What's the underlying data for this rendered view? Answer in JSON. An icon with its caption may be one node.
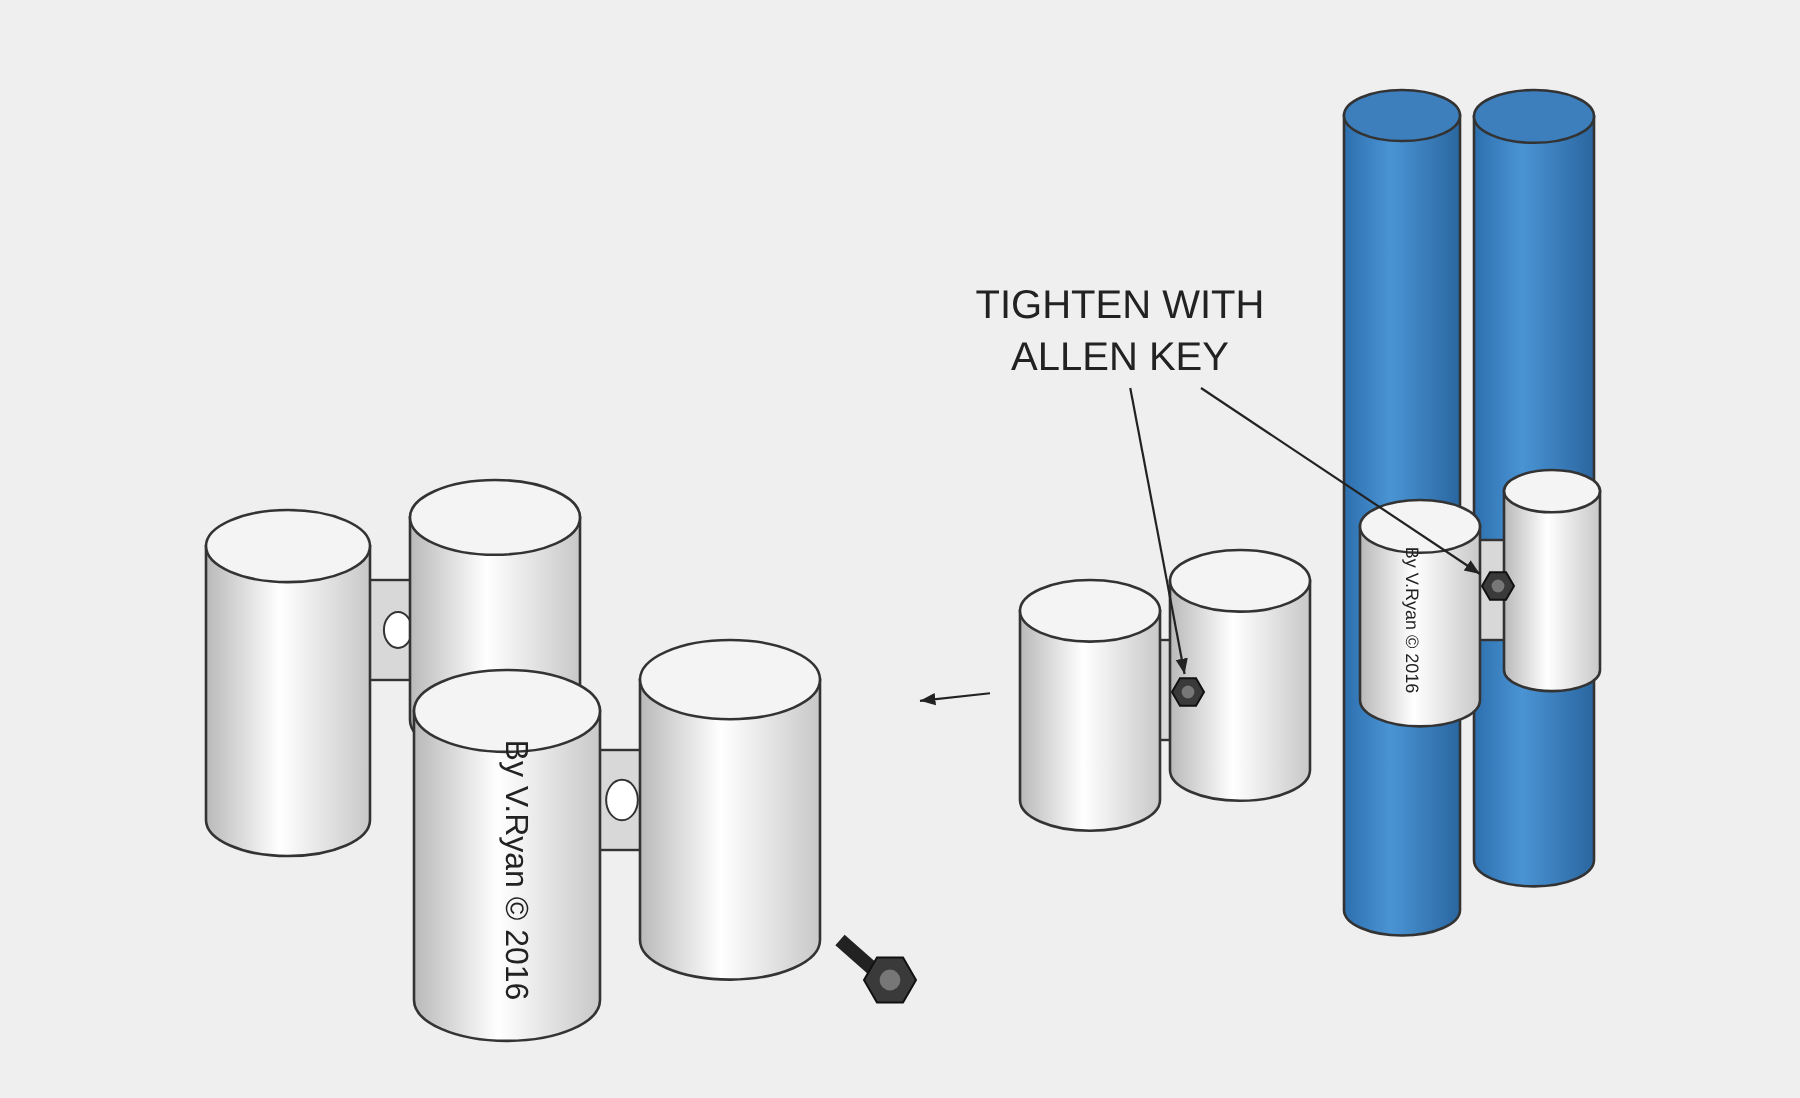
{
  "diagram": {
    "nodes": [
      {
        "text": [
          "TIGHTEN WITH ALLEN KEY"
        ]
      },
      {
        "text": [],
        "shape": "picture"
      },
      {
        "text": [],
        "shape": "picture"
      },
      {
        "text": [],
        "shape": "picture"
      },
      {
        "text": [],
        "shape": "picture",
        "in": 2
      },
      {
        "text": [],
        "shape": "picture",
        "in": 3
      }
    ],
    "edges": [
      {
        "from": 0,
        "to": 4,
        "arrow": "to"
      },
      {
        "from": 0,
        "to": 5,
        "arrow": "to"
      },
      {
        "from": 2,
        "to": 1,
        "arrow": "to"
      }
    ],
    "labels": [
      "By V.Ryan © 2016",
      "By V.Ryan © 2016"
    ]
  }
}
